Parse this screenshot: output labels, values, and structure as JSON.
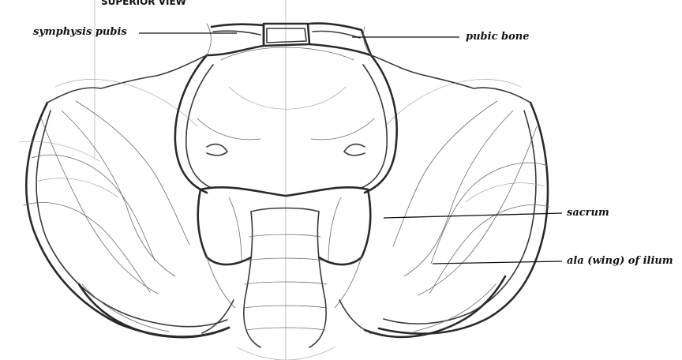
{
  "view_heading": "SUPERIOR VIEW",
  "labels": {
    "symphysis_pubis": "symphysis pubis",
    "pubic_bone": "pubic bone",
    "sacrum": "sacrum",
    "ala_of_ilium": "ala (wing) of ilium"
  },
  "colors": {
    "ink": "#2a2a2a",
    "background": "#ffffff"
  }
}
